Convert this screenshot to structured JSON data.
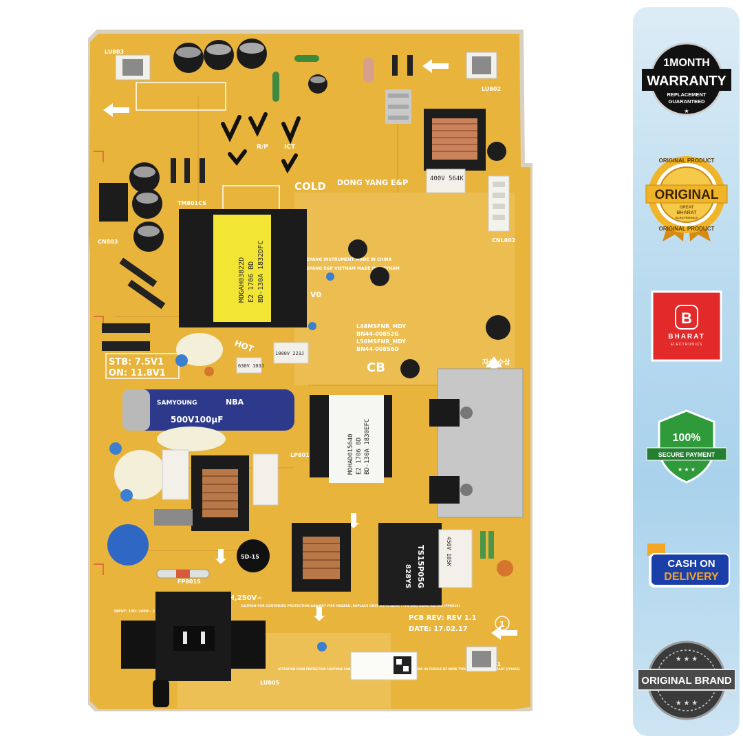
{
  "product": {
    "board_silkscreen": {
      "maker": "DONG YANG E&P",
      "cold": "COLD",
      "hot": "HOT",
      "cb": "CB",
      "stb": "STB: 7.5V1",
      "on": "ON: 11.8V1",
      "fuse": "T5AH,250V~",
      "pcb_rev": "PCB REV: REV 1.1",
      "date": "DATE: 17.02.17",
      "model1": "L48MSFNR_MDY",
      "model2": "BN44-00852G",
      "model3": "L50MSFNR_MDY",
      "model4": "BN44-00856D",
      "made_in_china": "DONGYANG INSTRUMENT MADE IN CHINA",
      "made_in_vietnam": "DONGYANG E&P VIETNAM MADE IN VIETNAM",
      "korean": "자삽,수삽",
      "v0": "V0",
      "ru": "R/P",
      "ict": "ICT",
      "input": "INPUT: 100~240V~ 2.0A 50/60Hz",
      "caution": "CAUTION FOR CONTINUED PROTECTION AGAINST FIRE HAZARD, REPLACE ONLY WITH SAME TYPE AND SAME RATING (FP801S)",
      "attention": "ATTENTION POUR PROTECTION CONTINUE CONTRE LES RISQUES D'INCENDIE REMPLACER PAR UN FUSIBLE DE MEME TYPE ET VALEUR DE COURANT (FP801S)",
      "ref_lu803": "LU803",
      "ref_lu802": "LU802",
      "ref_lu801": "LU801",
      "ref_lu805": "LU805",
      "ref_cnl802": "CNL802",
      "ref_cn803": "CN803",
      "ref_tm801": "TM801CS",
      "ref_lp801": "LP801CS",
      "ref_fp801": "FP801S",
      "ref_circle": "1"
    },
    "component_labels": {
      "xfmr1_line1": "MOGAH03822D",
      "xfmr1_line2": "E2 1706 BD",
      "xfmr1_line3": "BD-130A 1832DFC",
      "xfmr2_line1": "MOHAD015640",
      "xfmr2_line2": "E2 1706 BD",
      "xfmr2_line3": "BD-130A 1830EFC",
      "bulk_cap_brand": "SAMYOUNG",
      "bulk_cap_series": "NBA",
      "bulk_cap_rating": "500V100μF",
      "cap_1000v": "1000V 223J",
      "cap_630v": "630V 103J",
      "cap_400v": "400V 564K",
      "cap_450v": "450V 105K",
      "ic_label": "TS15P05G",
      "ic_code": "828YS",
      "ntc": "5D-15"
    }
  },
  "badges": {
    "warranty_top": "1MONTH",
    "warranty_main": "WARRANTY",
    "warranty_sub1": "REPLACEMENT",
    "warranty_sub2": "GUARANTEED",
    "original_ring_top": "ORIGINAL PRODUCT",
    "original_main": "ORIGINAL",
    "original_brand1": "GREAT",
    "original_brand2": "BHARAT",
    "original_brand3": "ELECTRONICS",
    "original_ring_bottom": "ORIGINAL PRODUCT",
    "brand_letter": "B",
    "brand_name": "BHARAT",
    "brand_sub": "ELECTRONICS",
    "secure_pct": "100%",
    "secure_label": "SECURE PAYMENT",
    "cod_line1": "CASH ON",
    "cod_line2": "DELIVERY",
    "origbrand_label": "ORIGINAL BRAND"
  },
  "colors": {
    "pcb": "#e8b43c",
    "pcb_light": "#f0c868",
    "panel_bg": "#b7d8ee",
    "gold": "#d79a1c",
    "brand_red": "#e32a2a",
    "secure_green": "#2e9a3a",
    "cod_blue": "#1a3fa8",
    "cod_orange": "#f5a623"
  }
}
